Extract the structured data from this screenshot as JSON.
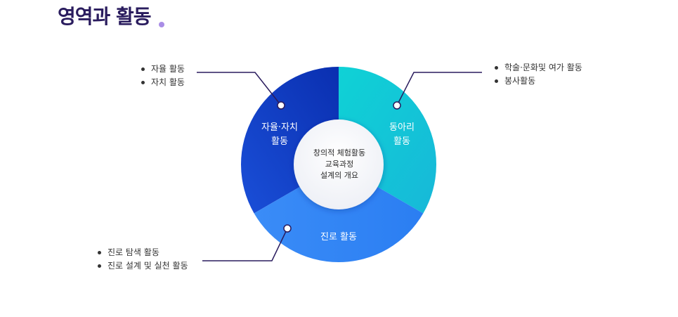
{
  "title": "영역과 활동",
  "colors": {
    "title": "#2a1c5e",
    "title_dot": "#a98de6",
    "autonomy_segment": "#0a36b8",
    "club_segment": "#11c8d2",
    "career_segment": "#2e86f5",
    "connector_line": "#2a1c5e"
  },
  "center": {
    "lines": [
      "창의적 체험활동",
      "교육과정",
      "설계의 개요"
    ]
  },
  "segments": [
    {
      "id": "autonomy",
      "label_lines": [
        "자율·자치",
        "활동"
      ],
      "notes": [
        "자율 활동",
        "자치 활동"
      ]
    },
    {
      "id": "club",
      "label_lines": [
        "동아리",
        "활동"
      ],
      "notes": [
        "학술·문화및 여가 활동",
        "봉사활동"
      ]
    },
    {
      "id": "career",
      "label_lines": [
        "진로 활동"
      ],
      "notes": [
        "진로 탐색 활동",
        "진로 설계 및 실천 활동"
      ]
    }
  ]
}
